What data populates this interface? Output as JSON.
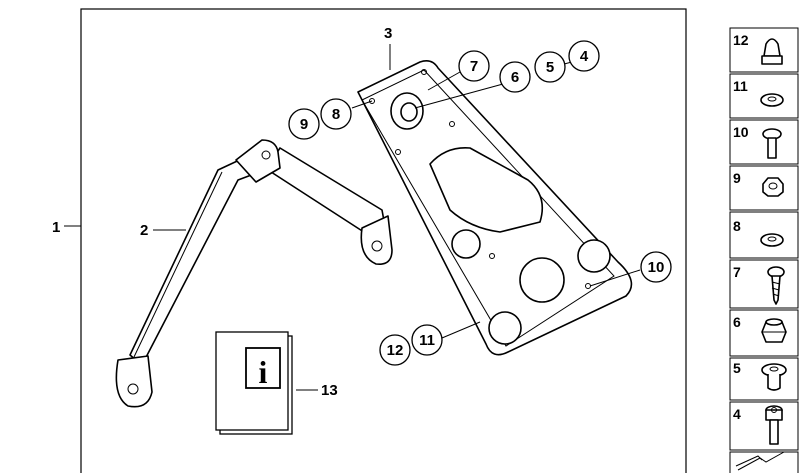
{
  "diagram": {
    "main_callouts": {
      "assembly": "1",
      "bracket": "2",
      "plate": "3",
      "info_booklet": "13"
    },
    "circled_callouts": {
      "c4": "4",
      "c5": "5",
      "c6": "6",
      "c7": "7",
      "c8": "8",
      "c9": "9",
      "c10": "10",
      "c11": "11",
      "c12": "12"
    },
    "booklet_symbol": "i",
    "legend": [
      {
        "label": "12",
        "icon": "cap-nut-icon"
      },
      {
        "label": "11",
        "icon": "washer-icon"
      },
      {
        "label": "10",
        "icon": "pan-head-screw-icon"
      },
      {
        "label": "9",
        "icon": "nut-icon"
      },
      {
        "label": "8",
        "icon": "flat-washer-icon"
      },
      {
        "label": "7",
        "icon": "tapping-screw-icon"
      },
      {
        "label": "6",
        "icon": "rubber-grommet-icon"
      },
      {
        "label": "5",
        "icon": "spacer-sleeve-icon"
      },
      {
        "label": "4",
        "icon": "socket-screw-icon"
      }
    ]
  }
}
